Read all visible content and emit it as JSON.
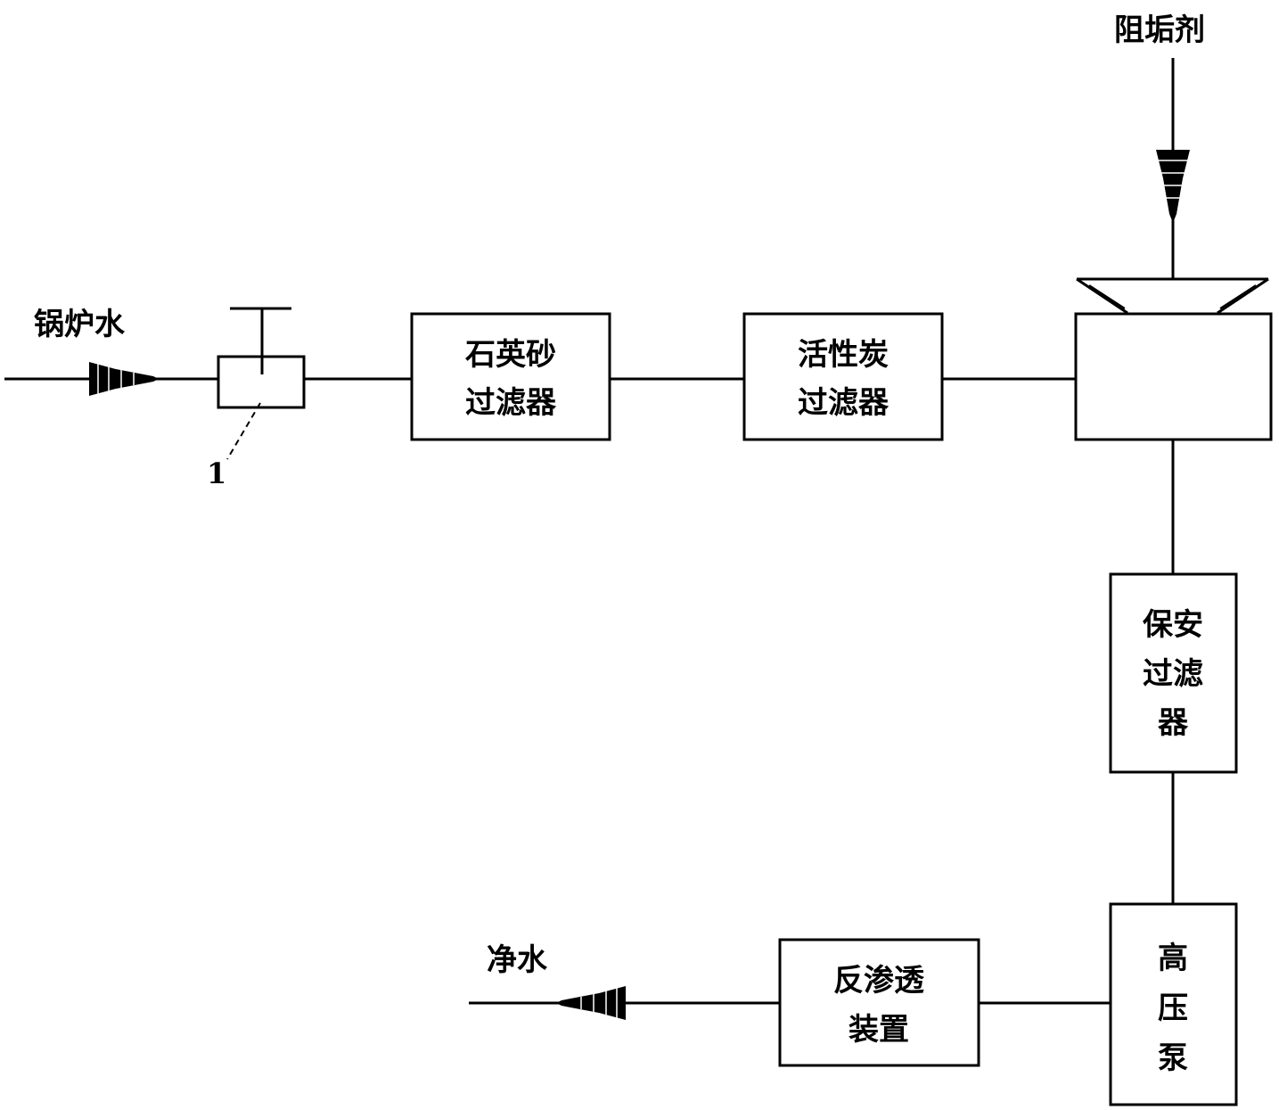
{
  "labels": {
    "boiler_water": "锅炉水",
    "antiscalant": "阻垢剂",
    "clean_water": "净水",
    "valve_number": "1"
  },
  "boxes": {
    "quartz_sand_filter": [
      "石英砂",
      "过滤器"
    ],
    "activated_carbon_filter": [
      "活性炭",
      "过滤器"
    ],
    "security_filter": [
      "保安",
      "过滤",
      "器"
    ],
    "high_pressure_pump": [
      "高",
      "压",
      "泵"
    ],
    "reverse_osmosis": [
      "反渗透",
      "装置"
    ]
  }
}
